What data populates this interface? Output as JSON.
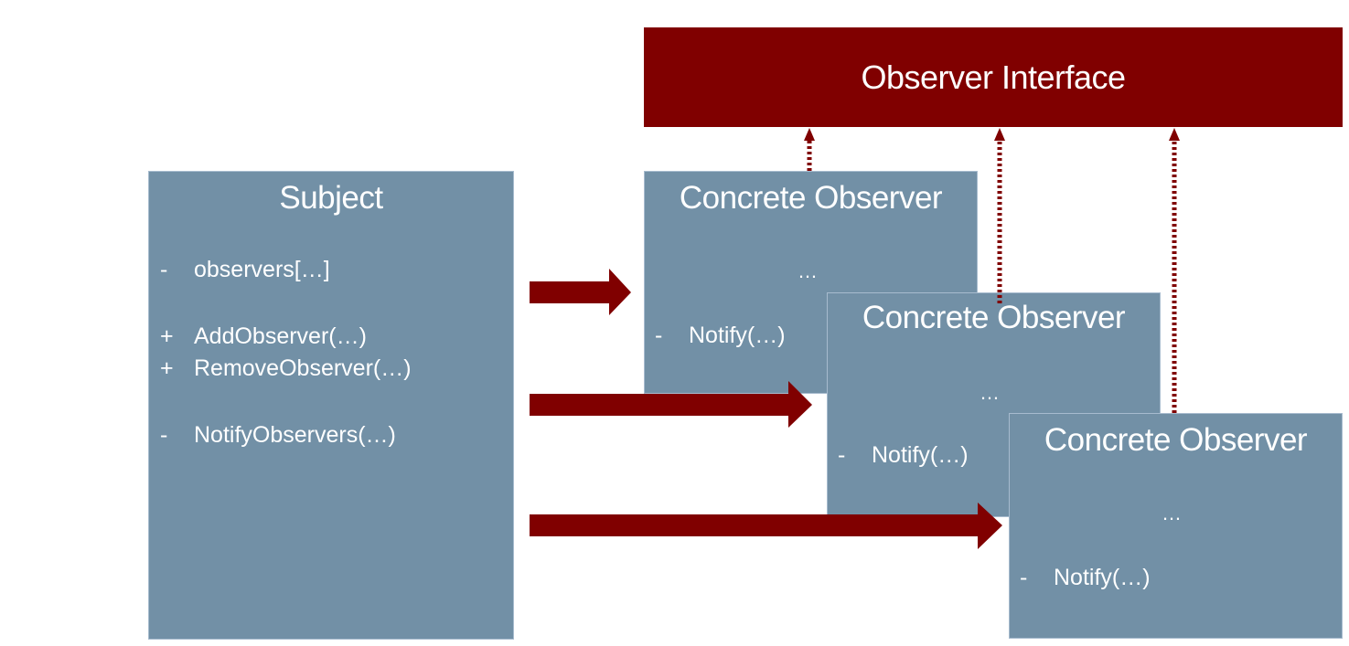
{
  "colors": {
    "interface_fill": "#800000",
    "class_fill": "#7290a6",
    "class_border": "#a7bbce",
    "arrow": "#800000",
    "text": "#ffffff"
  },
  "interface": {
    "title": "Observer Interface"
  },
  "subject": {
    "title": "Subject",
    "members": [
      {
        "sym": "-",
        "text": "observers[…]"
      },
      {
        "sym": "+",
        "text": "AddObserver(…)"
      },
      {
        "sym": "+",
        "text": "RemoveObserver(…)"
      },
      {
        "sym": "-",
        "text": "NotifyObservers(…)"
      }
    ]
  },
  "observers": [
    {
      "title": "Concrete Observer",
      "ellipsis": "…",
      "method_sym": "-",
      "method": "Notify(…)"
    },
    {
      "title": "Concrete Observer",
      "ellipsis": "…",
      "method_sym": "-",
      "method": "Notify(…)"
    },
    {
      "title": "Concrete Observer",
      "ellipsis": "…",
      "method_sym": "-",
      "method": "Notify(…)"
    }
  ]
}
